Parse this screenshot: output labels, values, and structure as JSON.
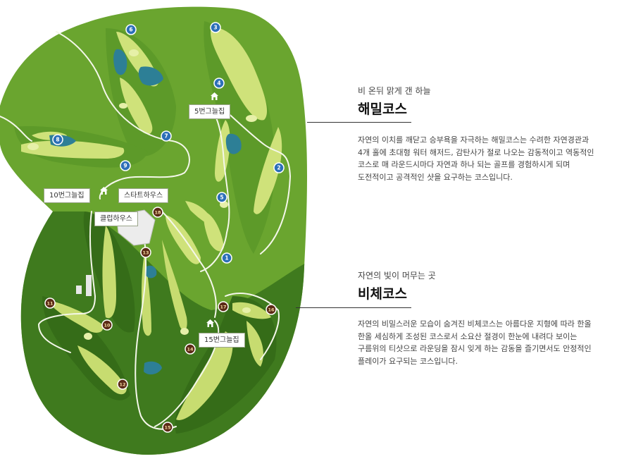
{
  "colors": {
    "course_light": "#6aa52f",
    "course_dark": "#3f7a1e",
    "fairway": "#cfe27a",
    "water": "#2d7f96",
    "haemil_marker": "#2c6fb8",
    "bichae_marker": "#5b2a16"
  },
  "holes_haemil": [
    "1",
    "2",
    "3",
    "4",
    "5",
    "6",
    "7",
    "8",
    "9"
  ],
  "holes_bichae": [
    "10",
    "11",
    "12",
    "13",
    "14",
    "15",
    "16",
    "17",
    "18"
  ],
  "map_labels": {
    "shelter_5": "5번그늘집",
    "shelter_10": "10번그늘집",
    "start_house": "스타트하우스",
    "club_house": "클럽하우스",
    "shelter_15": "15번그늘집"
  },
  "haemil": {
    "subtitle": "비 온뒤 맑게 갠 하늘",
    "title": "해밀코스",
    "desc": [
      "자연의 이치를 깨닫고 승부욕을 자극하는 해밀코스는 수려한 자연경관과",
      "4개 홀에 초대형 워터 해저드, 감탄사가 절로 나오는 감동적이고 역동적인",
      "코스로 매 라운드시마다 자연과 하나 되는 골프를 경험하시게 되며",
      "도전적이고 공격적인 샷을 요구하는 코스입니다."
    ]
  },
  "bichae": {
    "subtitle": "자연의 빛이 머무는 곳",
    "title": "비체코스",
    "desc": [
      "자연의 비밀스러운 모습이 숨겨진 비체코스는 아름다운 지형에 따라 한올",
      "한올 세심하게 조성된 코스로서 소요산 절경이 한눈에 내려다 보이는",
      "구름위의 티샷으로 라운딩을 잠시 잊게 하는 감동을 즐기면서도 안정적인",
      "플레이가 요구되는 코스입니다."
    ]
  }
}
